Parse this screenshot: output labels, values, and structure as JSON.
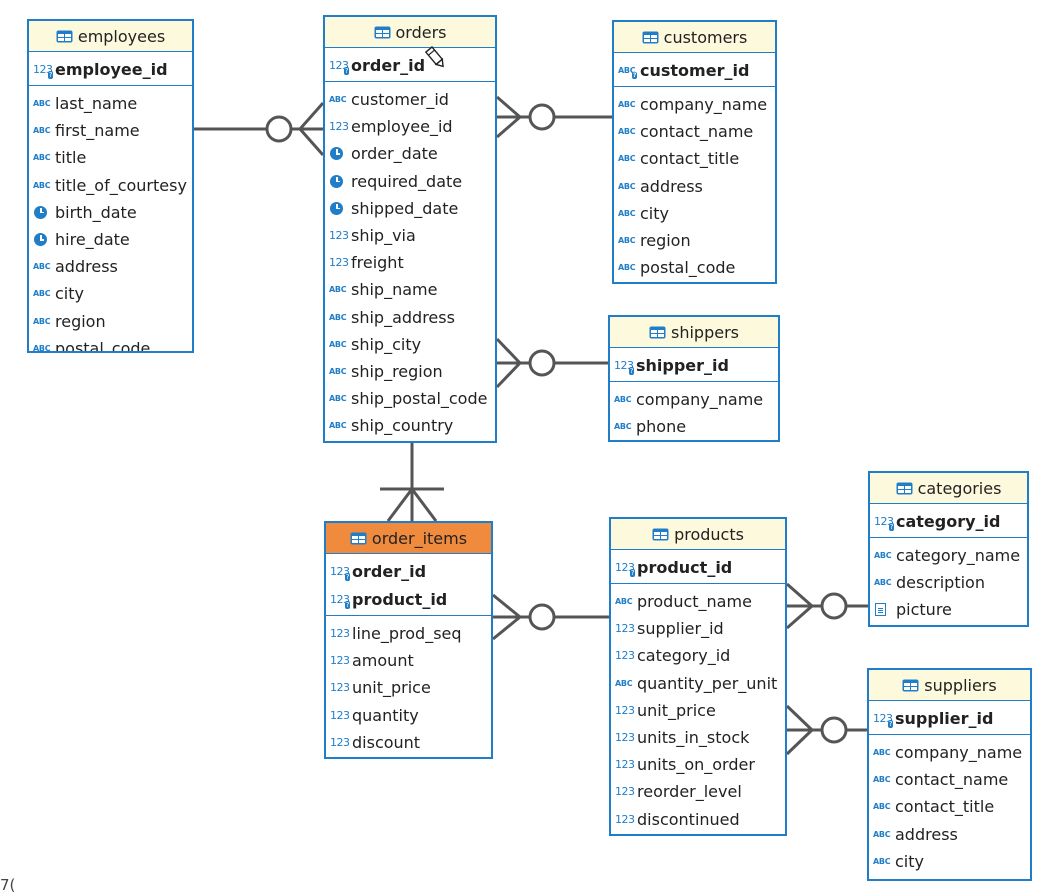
{
  "colors": {
    "table_border": "#1f7ec7",
    "header_bg": "#fdf9dc",
    "selected_header_bg": "#f08a3c",
    "connector": "#555555"
  },
  "tables": [
    {
      "id": "employees",
      "name": "employees",
      "selected": false,
      "pk": [
        {
          "name": "employee_id",
          "type": "num-key"
        }
      ],
      "columns": [
        {
          "name": "last_name",
          "type": "abc"
        },
        {
          "name": "first_name",
          "type": "abc"
        },
        {
          "name": "title",
          "type": "abc"
        },
        {
          "name": "title_of_courtesy",
          "type": "abc"
        },
        {
          "name": "birth_date",
          "type": "date"
        },
        {
          "name": "hire_date",
          "type": "date"
        },
        {
          "name": "address",
          "type": "abc"
        },
        {
          "name": "city",
          "type": "abc"
        },
        {
          "name": "region",
          "type": "abc"
        },
        {
          "name": "postal_code",
          "type": "abc"
        }
      ]
    },
    {
      "id": "orders",
      "name": "orders",
      "selected": false,
      "pk": [
        {
          "name": "order_id",
          "type": "num-key"
        }
      ],
      "columns": [
        {
          "name": "customer_id",
          "type": "abc"
        },
        {
          "name": "employee_id",
          "type": "num"
        },
        {
          "name": "order_date",
          "type": "date"
        },
        {
          "name": "required_date",
          "type": "date"
        },
        {
          "name": "shipped_date",
          "type": "date"
        },
        {
          "name": "ship_via",
          "type": "num"
        },
        {
          "name": "freight",
          "type": "num"
        },
        {
          "name": "ship_name",
          "type": "abc"
        },
        {
          "name": "ship_address",
          "type": "abc"
        },
        {
          "name": "ship_city",
          "type": "abc"
        },
        {
          "name": "ship_region",
          "type": "abc"
        },
        {
          "name": "ship_postal_code",
          "type": "abc"
        },
        {
          "name": "ship_country",
          "type": "abc"
        }
      ]
    },
    {
      "id": "customers",
      "name": "customers",
      "selected": false,
      "pk": [
        {
          "name": "customer_id",
          "type": "abc-key"
        }
      ],
      "columns": [
        {
          "name": "company_name",
          "type": "abc"
        },
        {
          "name": "contact_name",
          "type": "abc"
        },
        {
          "name": "contact_title",
          "type": "abc"
        },
        {
          "name": "address",
          "type": "abc"
        },
        {
          "name": "city",
          "type": "abc"
        },
        {
          "name": "region",
          "type": "abc"
        },
        {
          "name": "postal_code",
          "type": "abc"
        }
      ]
    },
    {
      "id": "shippers",
      "name": "shippers",
      "selected": false,
      "pk": [
        {
          "name": "shipper_id",
          "type": "num-key"
        }
      ],
      "columns": [
        {
          "name": "company_name",
          "type": "abc"
        },
        {
          "name": "phone",
          "type": "abc"
        }
      ]
    },
    {
      "id": "order_items",
      "name": "order_items",
      "selected": true,
      "pk": [
        {
          "name": "order_id",
          "type": "num-key"
        },
        {
          "name": "product_id",
          "type": "num-key"
        }
      ],
      "columns": [
        {
          "name": "line_prod_seq",
          "type": "num"
        },
        {
          "name": "amount",
          "type": "num"
        },
        {
          "name": "unit_price",
          "type": "num"
        },
        {
          "name": "quantity",
          "type": "num"
        },
        {
          "name": "discount",
          "type": "num"
        }
      ]
    },
    {
      "id": "products",
      "name": "products",
      "selected": false,
      "pk": [
        {
          "name": "product_id",
          "type": "num-key"
        }
      ],
      "columns": [
        {
          "name": "product_name",
          "type": "abc"
        },
        {
          "name": "supplier_id",
          "type": "num"
        },
        {
          "name": "category_id",
          "type": "num"
        },
        {
          "name": "quantity_per_unit",
          "type": "abc"
        },
        {
          "name": "unit_price",
          "type": "num"
        },
        {
          "name": "units_in_stock",
          "type": "num"
        },
        {
          "name": "units_on_order",
          "type": "num"
        },
        {
          "name": "reorder_level",
          "type": "num"
        },
        {
          "name": "discontinued",
          "type": "num"
        }
      ]
    },
    {
      "id": "categories",
      "name": "categories",
      "selected": false,
      "pk": [
        {
          "name": "category_id",
          "type": "num-key"
        }
      ],
      "columns": [
        {
          "name": "category_name",
          "type": "abc"
        },
        {
          "name": "description",
          "type": "abc"
        },
        {
          "name": "picture",
          "type": "binary"
        }
      ]
    },
    {
      "id": "suppliers",
      "name": "suppliers",
      "selected": false,
      "pk": [
        {
          "name": "supplier_id",
          "type": "num-key"
        }
      ],
      "columns": [
        {
          "name": "company_name",
          "type": "abc"
        },
        {
          "name": "contact_name",
          "type": "abc"
        },
        {
          "name": "contact_title",
          "type": "abc"
        },
        {
          "name": "address",
          "type": "abc"
        },
        {
          "name": "city",
          "type": "abc"
        }
      ]
    }
  ],
  "relationships": [
    {
      "from": "employees",
      "to": "orders",
      "from_end": "one",
      "to_end": "zero-or-many"
    },
    {
      "from": "customers",
      "to": "orders",
      "from_end": "one",
      "to_end": "zero-or-many"
    },
    {
      "from": "shippers",
      "to": "orders",
      "from_end": "one",
      "to_end": "zero-or-many"
    },
    {
      "from": "orders",
      "to": "order_items",
      "from_end": "one",
      "to_end": "one-or-many"
    },
    {
      "from": "products",
      "to": "order_items",
      "from_end": "one",
      "to_end": "zero-or-many"
    },
    {
      "from": "categories",
      "to": "products",
      "from_end": "one",
      "to_end": "zero-or-many"
    },
    {
      "from": "suppliers",
      "to": "products",
      "from_end": "one",
      "to_end": "zero-or-many"
    }
  ],
  "page_marker": "7("
}
